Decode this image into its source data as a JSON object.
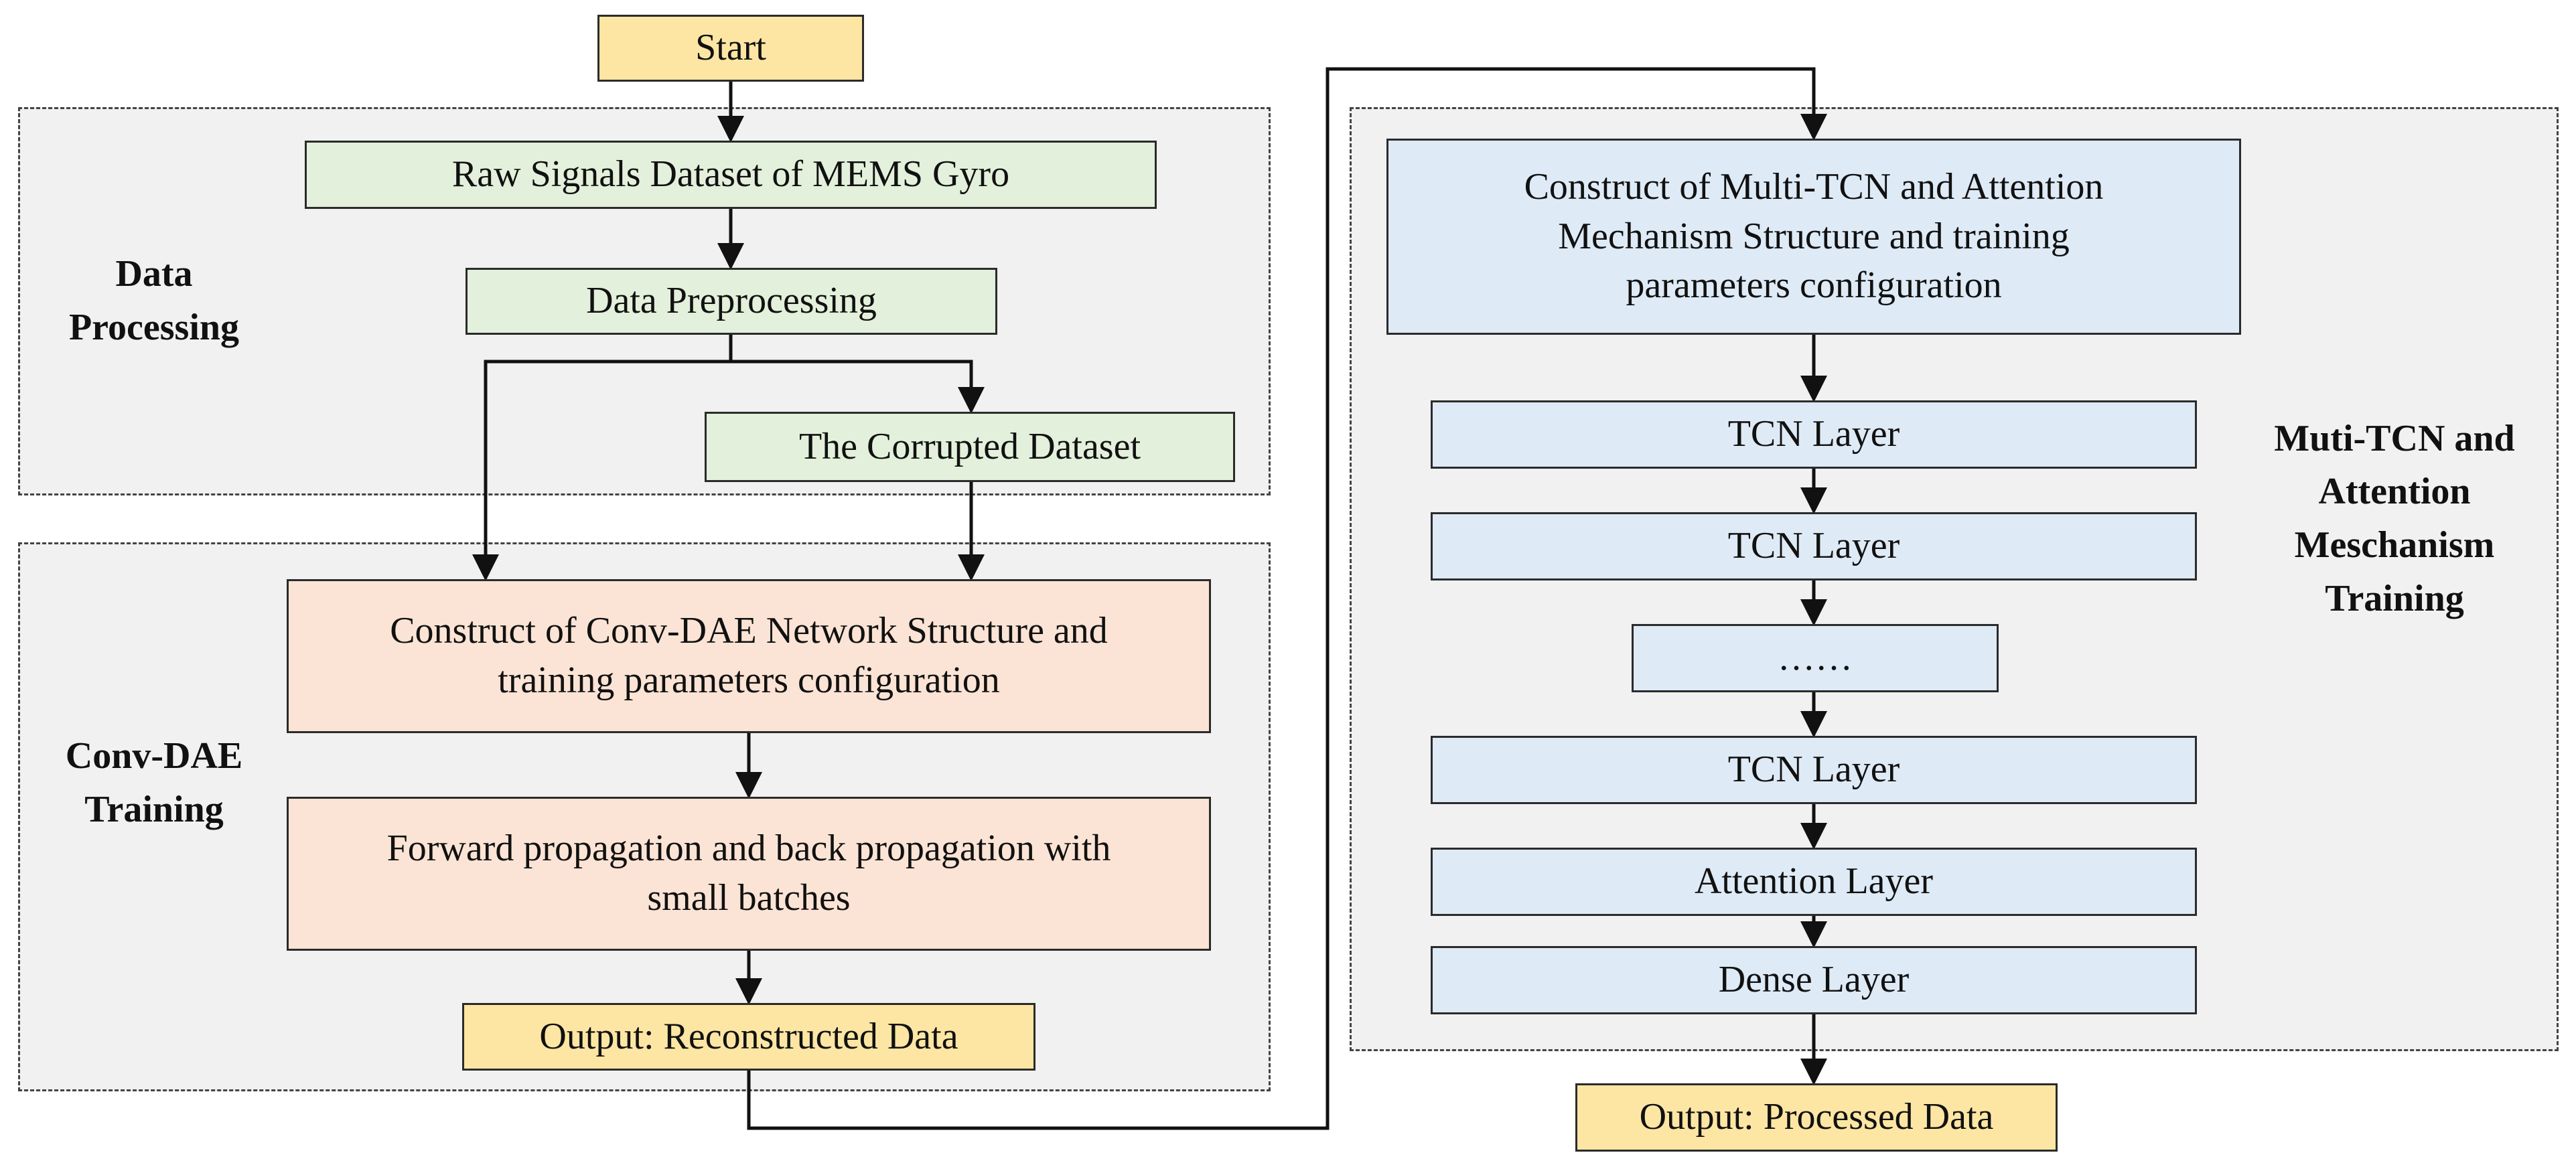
{
  "nodes": {
    "start": "Start",
    "raw_signals": "Raw Signals Dataset of MEMS Gyro",
    "preprocessing": "Data Preprocessing",
    "corrupted": "The Corrupted Dataset",
    "conv_dae_construct_line1": "Construct of Conv-DAE Network Structure and",
    "conv_dae_construct_line2": "training parameters configuration",
    "propagation_line1": "Forward propagation and back propagation with",
    "propagation_line2": "small batches",
    "output_reconstructed": "Output: Reconstructed Data",
    "multi_tcn_construct_line1": "Construct of Multi-TCN and Attention",
    "multi_tcn_construct_line2": "Mechanism Structure and training",
    "multi_tcn_construct_line3": "parameters configuration",
    "tcn_layer_1": "TCN Layer",
    "tcn_layer_2": "TCN Layer",
    "ellipsis": "……",
    "tcn_layer_3": "TCN Layer",
    "attention_layer": "Attention Layer",
    "dense_layer": "Dense Layer",
    "output_processed": "Output: Processed Data"
  },
  "regions": {
    "data_processing_line1": "Data",
    "data_processing_line2": "Processing",
    "conv_dae_line1": "Conv-DAE",
    "conv_dae_line2": "Training",
    "muti_tcn_line1": "Muti-TCN and",
    "muti_tcn_line2": "Attention",
    "muti_tcn_line3": "Meschanism",
    "muti_tcn_line4": "Training"
  },
  "colors": {
    "terminal_fill": "#fde6a3",
    "data_fill": "#e3f0db",
    "conv_dae_fill": "#fbe4d5",
    "tcn_fill": "#deeaf6",
    "region_fill": "#f1f1f1",
    "line": "#111111"
  }
}
